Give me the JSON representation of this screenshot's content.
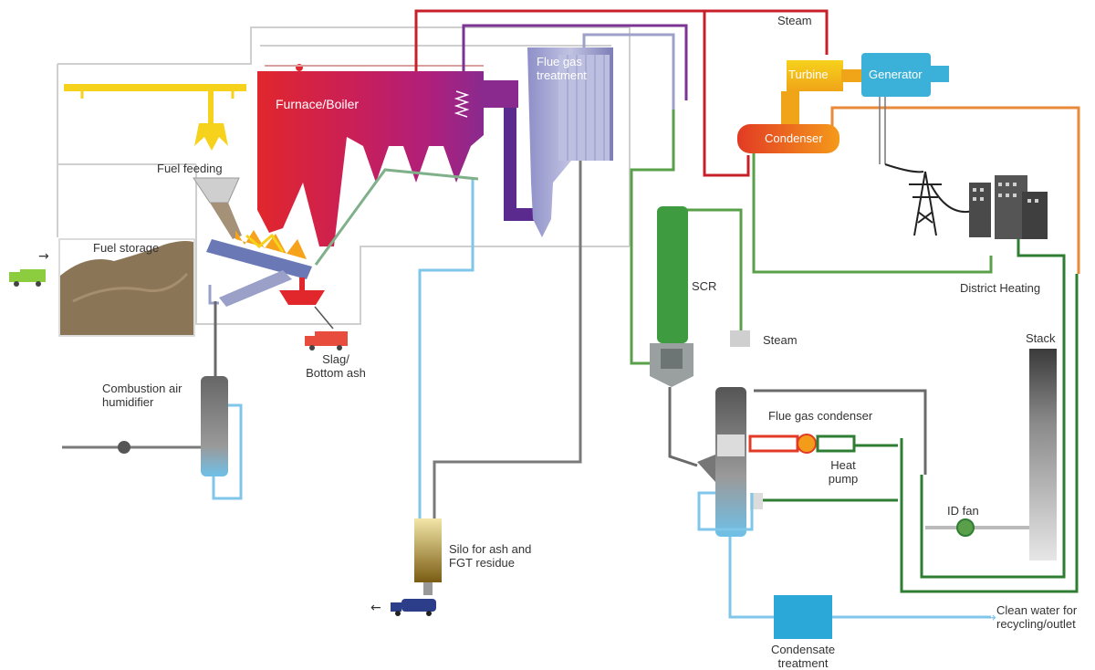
{
  "labels": {
    "steam_top": "Steam",
    "turbine": "Turbine",
    "generator": "Generator",
    "condenser": "Condenser",
    "furnace_boiler": "Furnace/Boiler",
    "flue_gas_treatment": "Flue gas\ntreatment",
    "fuel_feeding": "Fuel feeding",
    "fuel_storage": "Fuel storage",
    "slag_bottom_ash": "Slag/\nBottom ash",
    "combustion_air_humidifier": "Combustion air\nhumidifier",
    "scr": "SCR",
    "steam_scr": "Steam",
    "district_heating": "District Heating",
    "stack": "Stack",
    "flue_gas_condenser": "Flue gas condenser",
    "heat_pump": "Heat\npump",
    "id_fan": "ID fan",
    "silo": "Silo for ash and\nFGT residue",
    "condensate_treatment": "Condensate\ntreatment",
    "clean_water": "Clean water for\nrecycling/outlet"
  },
  "colors": {
    "steam_red": "#c8202a",
    "purple": "#7b3394",
    "green": "#5aa04a",
    "dark_green": "#2e7d32",
    "orange": "#e88a3a",
    "light_blue": "#7fc6e8",
    "grey": "#7a7a7a",
    "scr_green": "#3f9b3f",
    "building_outline": "#cfcfcf"
  }
}
